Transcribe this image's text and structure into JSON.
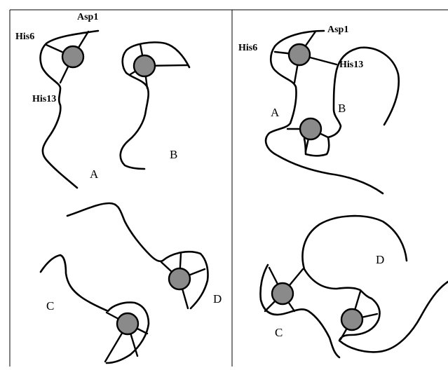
{
  "labels": {
    "left_asp1": "Asp1",
    "left_his6": "His6",
    "left_his13": "His13",
    "right_asp1": "Asp1",
    "right_his6": "His6",
    "right_his13": "His13",
    "left_chain_a": "A",
    "left_chain_b": "B",
    "left_chain_c": "C",
    "left_chain_d": "D",
    "right_chain_a": "A",
    "right_chain_b": "B",
    "right_chain_c": "C",
    "right_chain_d": "D"
  },
  "colors": {
    "metal_ion": "#8a8a8a",
    "chain_line": "#000000",
    "background": "#ffffff"
  }
}
